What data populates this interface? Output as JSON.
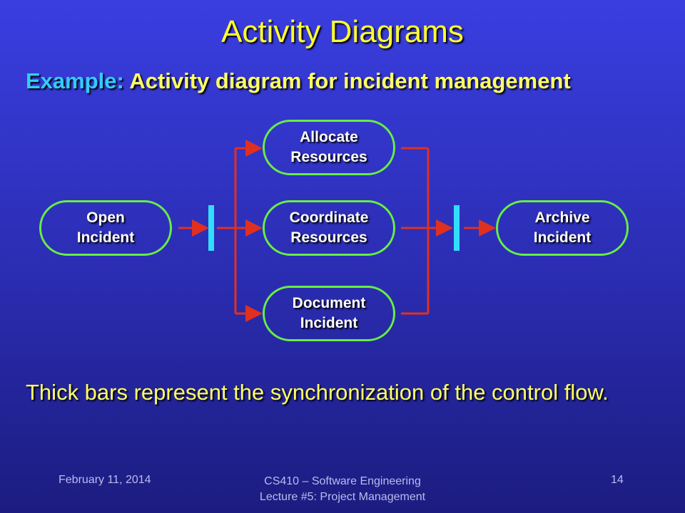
{
  "slide": {
    "title": "Activity Diagrams",
    "subtitle_keyword": "Example:",
    "subtitle_text": "Activity diagram for incident management",
    "body": "Thick bars represent the synchronization of the control flow."
  },
  "diagram": {
    "nodes": {
      "open": "Open\nIncident",
      "allocate": "Allocate\nResources",
      "coordinate": "Coordinate\nResources",
      "document": "Document\nIncident",
      "archive": "Archive\nIncident"
    }
  },
  "footer": {
    "date": "February 11, 2014",
    "course_line1": "CS410 – Software Engineering",
    "course_line2": "Lecture #5: Project Management",
    "page": "14"
  },
  "colors": {
    "title": "#ffff33",
    "keyword": "#33ccff",
    "node_border": "#66ee44",
    "arrow": "#e03020",
    "sync_bar": "#33ddff"
  }
}
